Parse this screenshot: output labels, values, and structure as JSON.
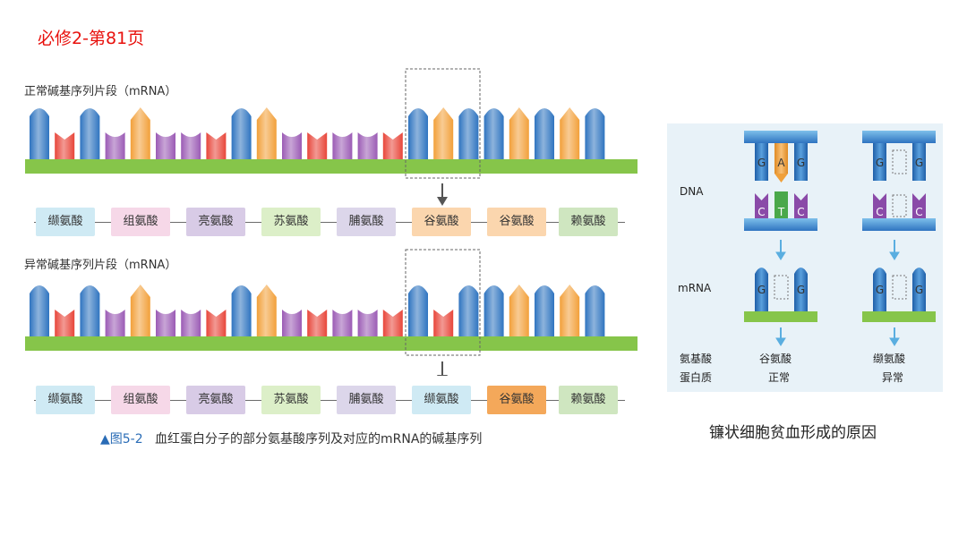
{
  "page_title": "必修2-第81页",
  "colors": {
    "A": "#2f74c0",
    "U": "#e8463a",
    "G": "#9b5bb5",
    "C": "#f2a03a",
    "backbone": "#86c54a",
    "title_red": "#e8100c"
  },
  "normal": {
    "label": "正常碱基序列片段（mRNA）",
    "bases": [
      "A",
      "U",
      "A",
      "G",
      "C",
      "G",
      "G",
      "U",
      "A",
      "C",
      "G",
      "U",
      "G",
      "G",
      "U",
      "A",
      "C",
      "A",
      "A",
      "C",
      "A",
      "C",
      "A"
    ],
    "amino_acids": [
      "缬氨酸",
      "组氨酸",
      "亮氨酸",
      "苏氨酸",
      "脯氨酸",
      "谷氨酸",
      "谷氨酸",
      "赖氨酸"
    ]
  },
  "abnormal": {
    "label": "异常碱基序列片段（mRNA）",
    "bases": [
      "A",
      "U",
      "A",
      "G",
      "C",
      "G",
      "G",
      "U",
      "A",
      "C",
      "G",
      "U",
      "G",
      "G",
      "U",
      "A",
      "U",
      "A",
      "A",
      "C",
      "A",
      "C",
      "A"
    ],
    "amino_acids": [
      "缬氨酸",
      "组氨酸",
      "亮氨酸",
      "苏氨酸",
      "脯氨酸",
      "缬氨酸",
      "谷氨酸",
      "赖氨酸"
    ]
  },
  "aa_colors": [
    "#cfeaf4",
    "#f6d8e8",
    "#d8cbe6",
    "#dcefc8",
    "#dcd6ea",
    "#fbd6ae",
    "#fbd6ae",
    "#cfe6c0"
  ],
  "aa_colors_abnormal": [
    "#cfeaf4",
    "#f6d8e8",
    "#d8cbe6",
    "#dcefc8",
    "#dcd6ea",
    "#cfeaf4",
    "#f4a85a",
    "#cfe6c0"
  ],
  "caption": {
    "number": "▲图5-2",
    "text": "血红蛋白分子的部分氨基酸序列及对应的mRNA的碱基序列"
  },
  "right": {
    "dna_label": "DNA",
    "mrna_label": "mRNA",
    "aa_label": "氨基酸",
    "protein_label": "蛋白质",
    "normal_top": [
      "G",
      "A",
      "G"
    ],
    "normal_bottom": [
      "C",
      "T",
      "C"
    ],
    "normal_mrna": [
      "G",
      "G"
    ],
    "abnormal_top": [
      "G",
      "G"
    ],
    "abnormal_bottom": [
      "C",
      "C"
    ],
    "abnormal_mrna": [
      "G",
      "G"
    ],
    "normal_aa": "谷氨酸",
    "normal_protein": "正常",
    "abnormal_aa": "缬氨酸",
    "abnormal_protein": "异常",
    "caption": "镰状细胞贫血形成的原因"
  }
}
